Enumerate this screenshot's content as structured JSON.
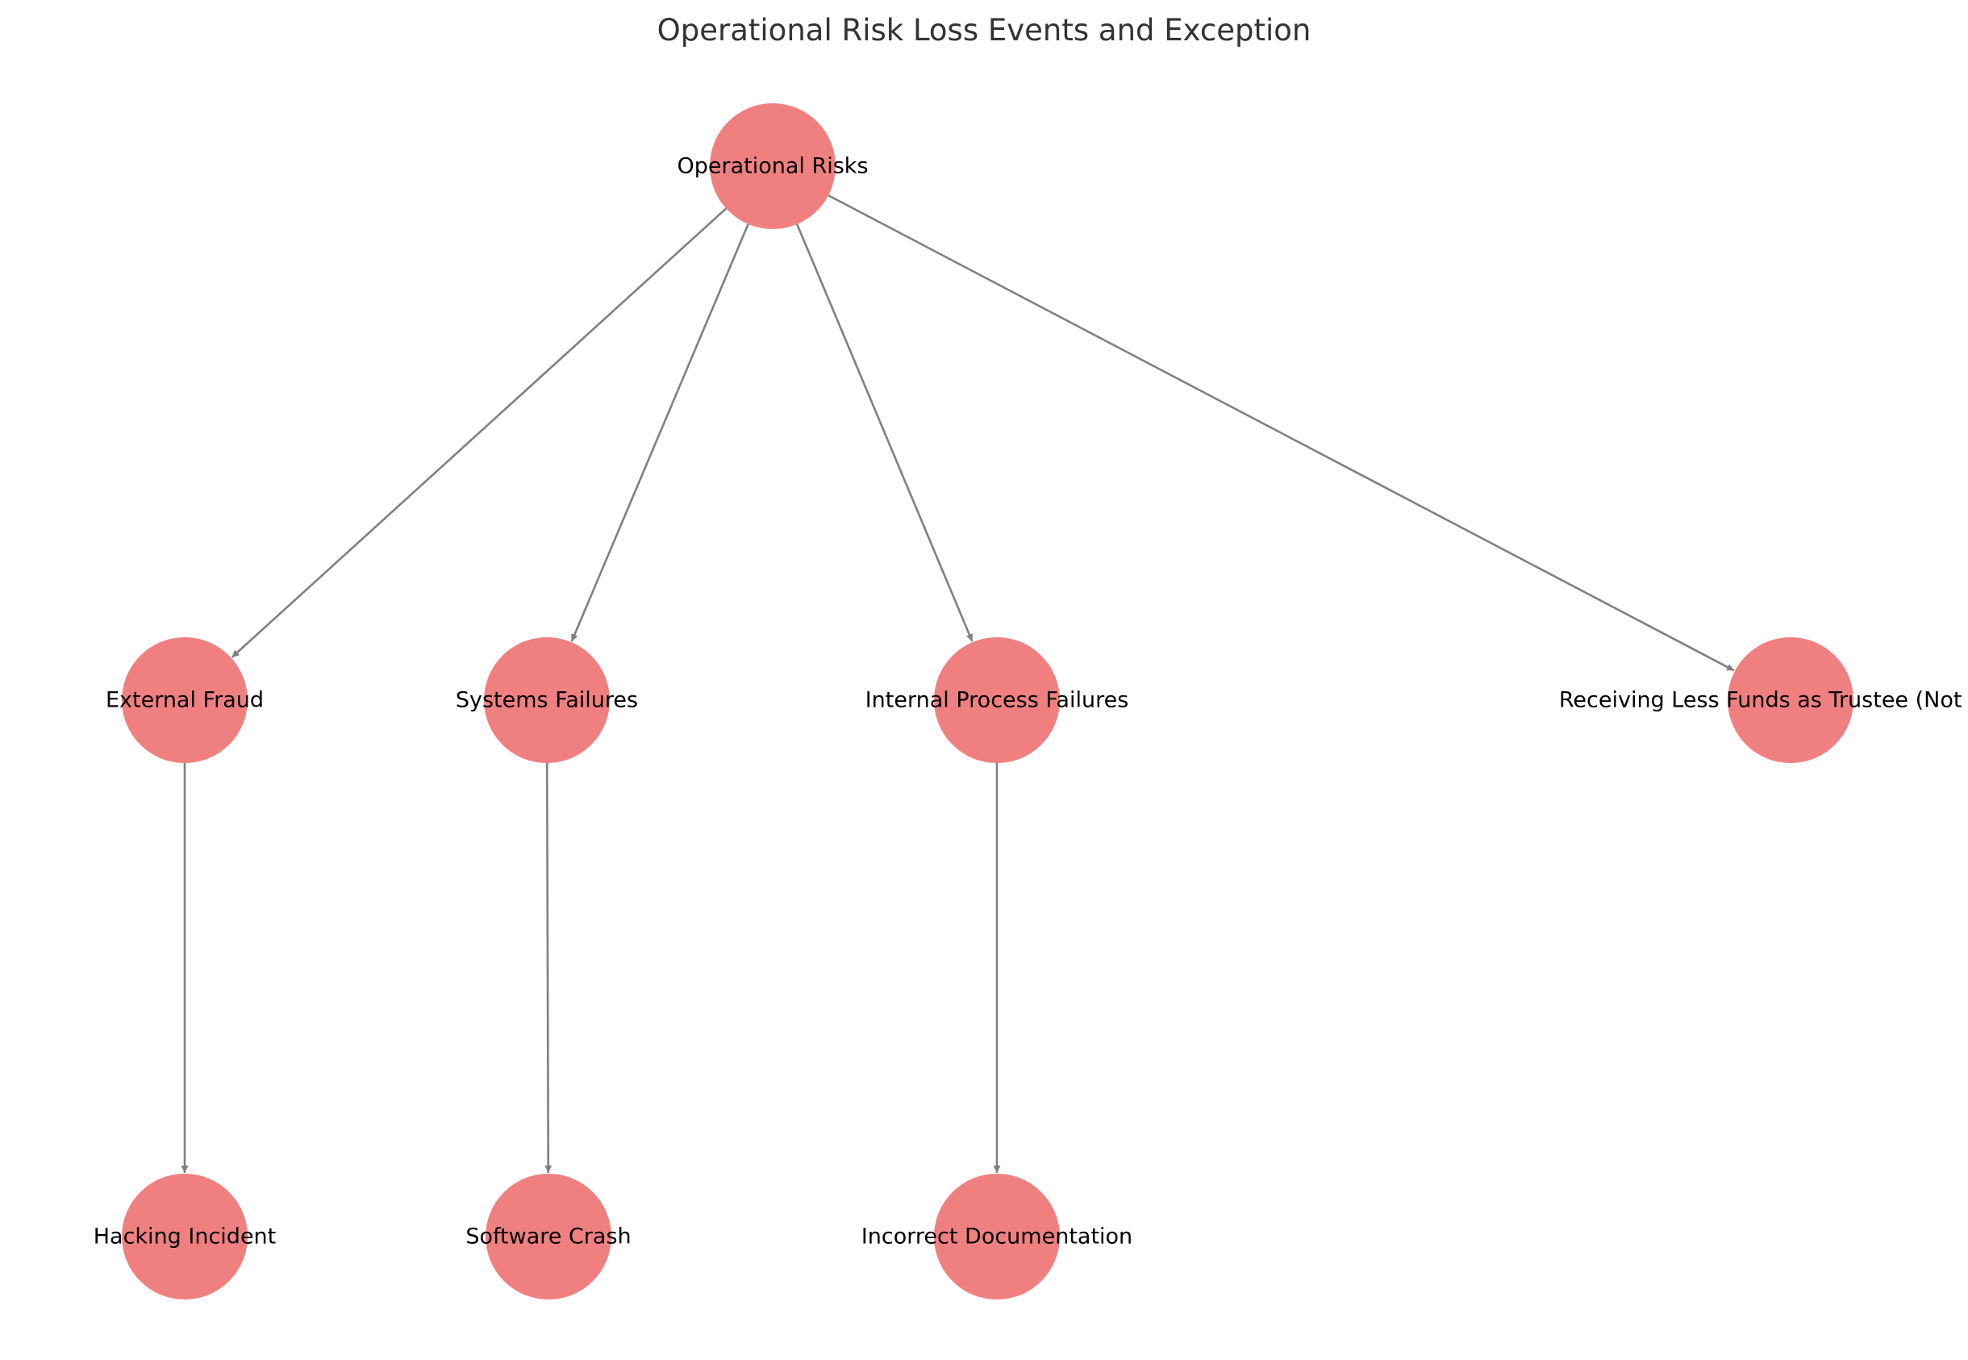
{
  "title": "Operational Risk Loss Events and Exception",
  "colors": {
    "node_fill": "#f08080",
    "edge": "#808080",
    "title": "#333333",
    "label": "#000000"
  },
  "nodes": [
    {
      "id": "operational-risks",
      "label": "Operational Risks"
    },
    {
      "id": "external-fraud",
      "label": "External Fraud"
    },
    {
      "id": "systems-failures",
      "label": "Systems Failures"
    },
    {
      "id": "internal-process-failures",
      "label": "Internal Process Failures"
    },
    {
      "id": "receiving-less-funds",
      "label": "Receiving Less Funds as Trustee (Not Oper"
    },
    {
      "id": "hacking-incident",
      "label": "Hacking Incident"
    },
    {
      "id": "software-crash",
      "label": "Software Crash"
    },
    {
      "id": "incorrect-documentation",
      "label": "Incorrect Documentation"
    }
  ],
  "edges": [
    {
      "from": "operational-risks",
      "to": "external-fraud"
    },
    {
      "from": "operational-risks",
      "to": "systems-failures"
    },
    {
      "from": "operational-risks",
      "to": "internal-process-failures"
    },
    {
      "from": "operational-risks",
      "to": "receiving-less-funds"
    },
    {
      "from": "external-fraud",
      "to": "hacking-incident"
    },
    {
      "from": "systems-failures",
      "to": "software-crash"
    },
    {
      "from": "internal-process-failures",
      "to": "incorrect-documentation"
    }
  ]
}
